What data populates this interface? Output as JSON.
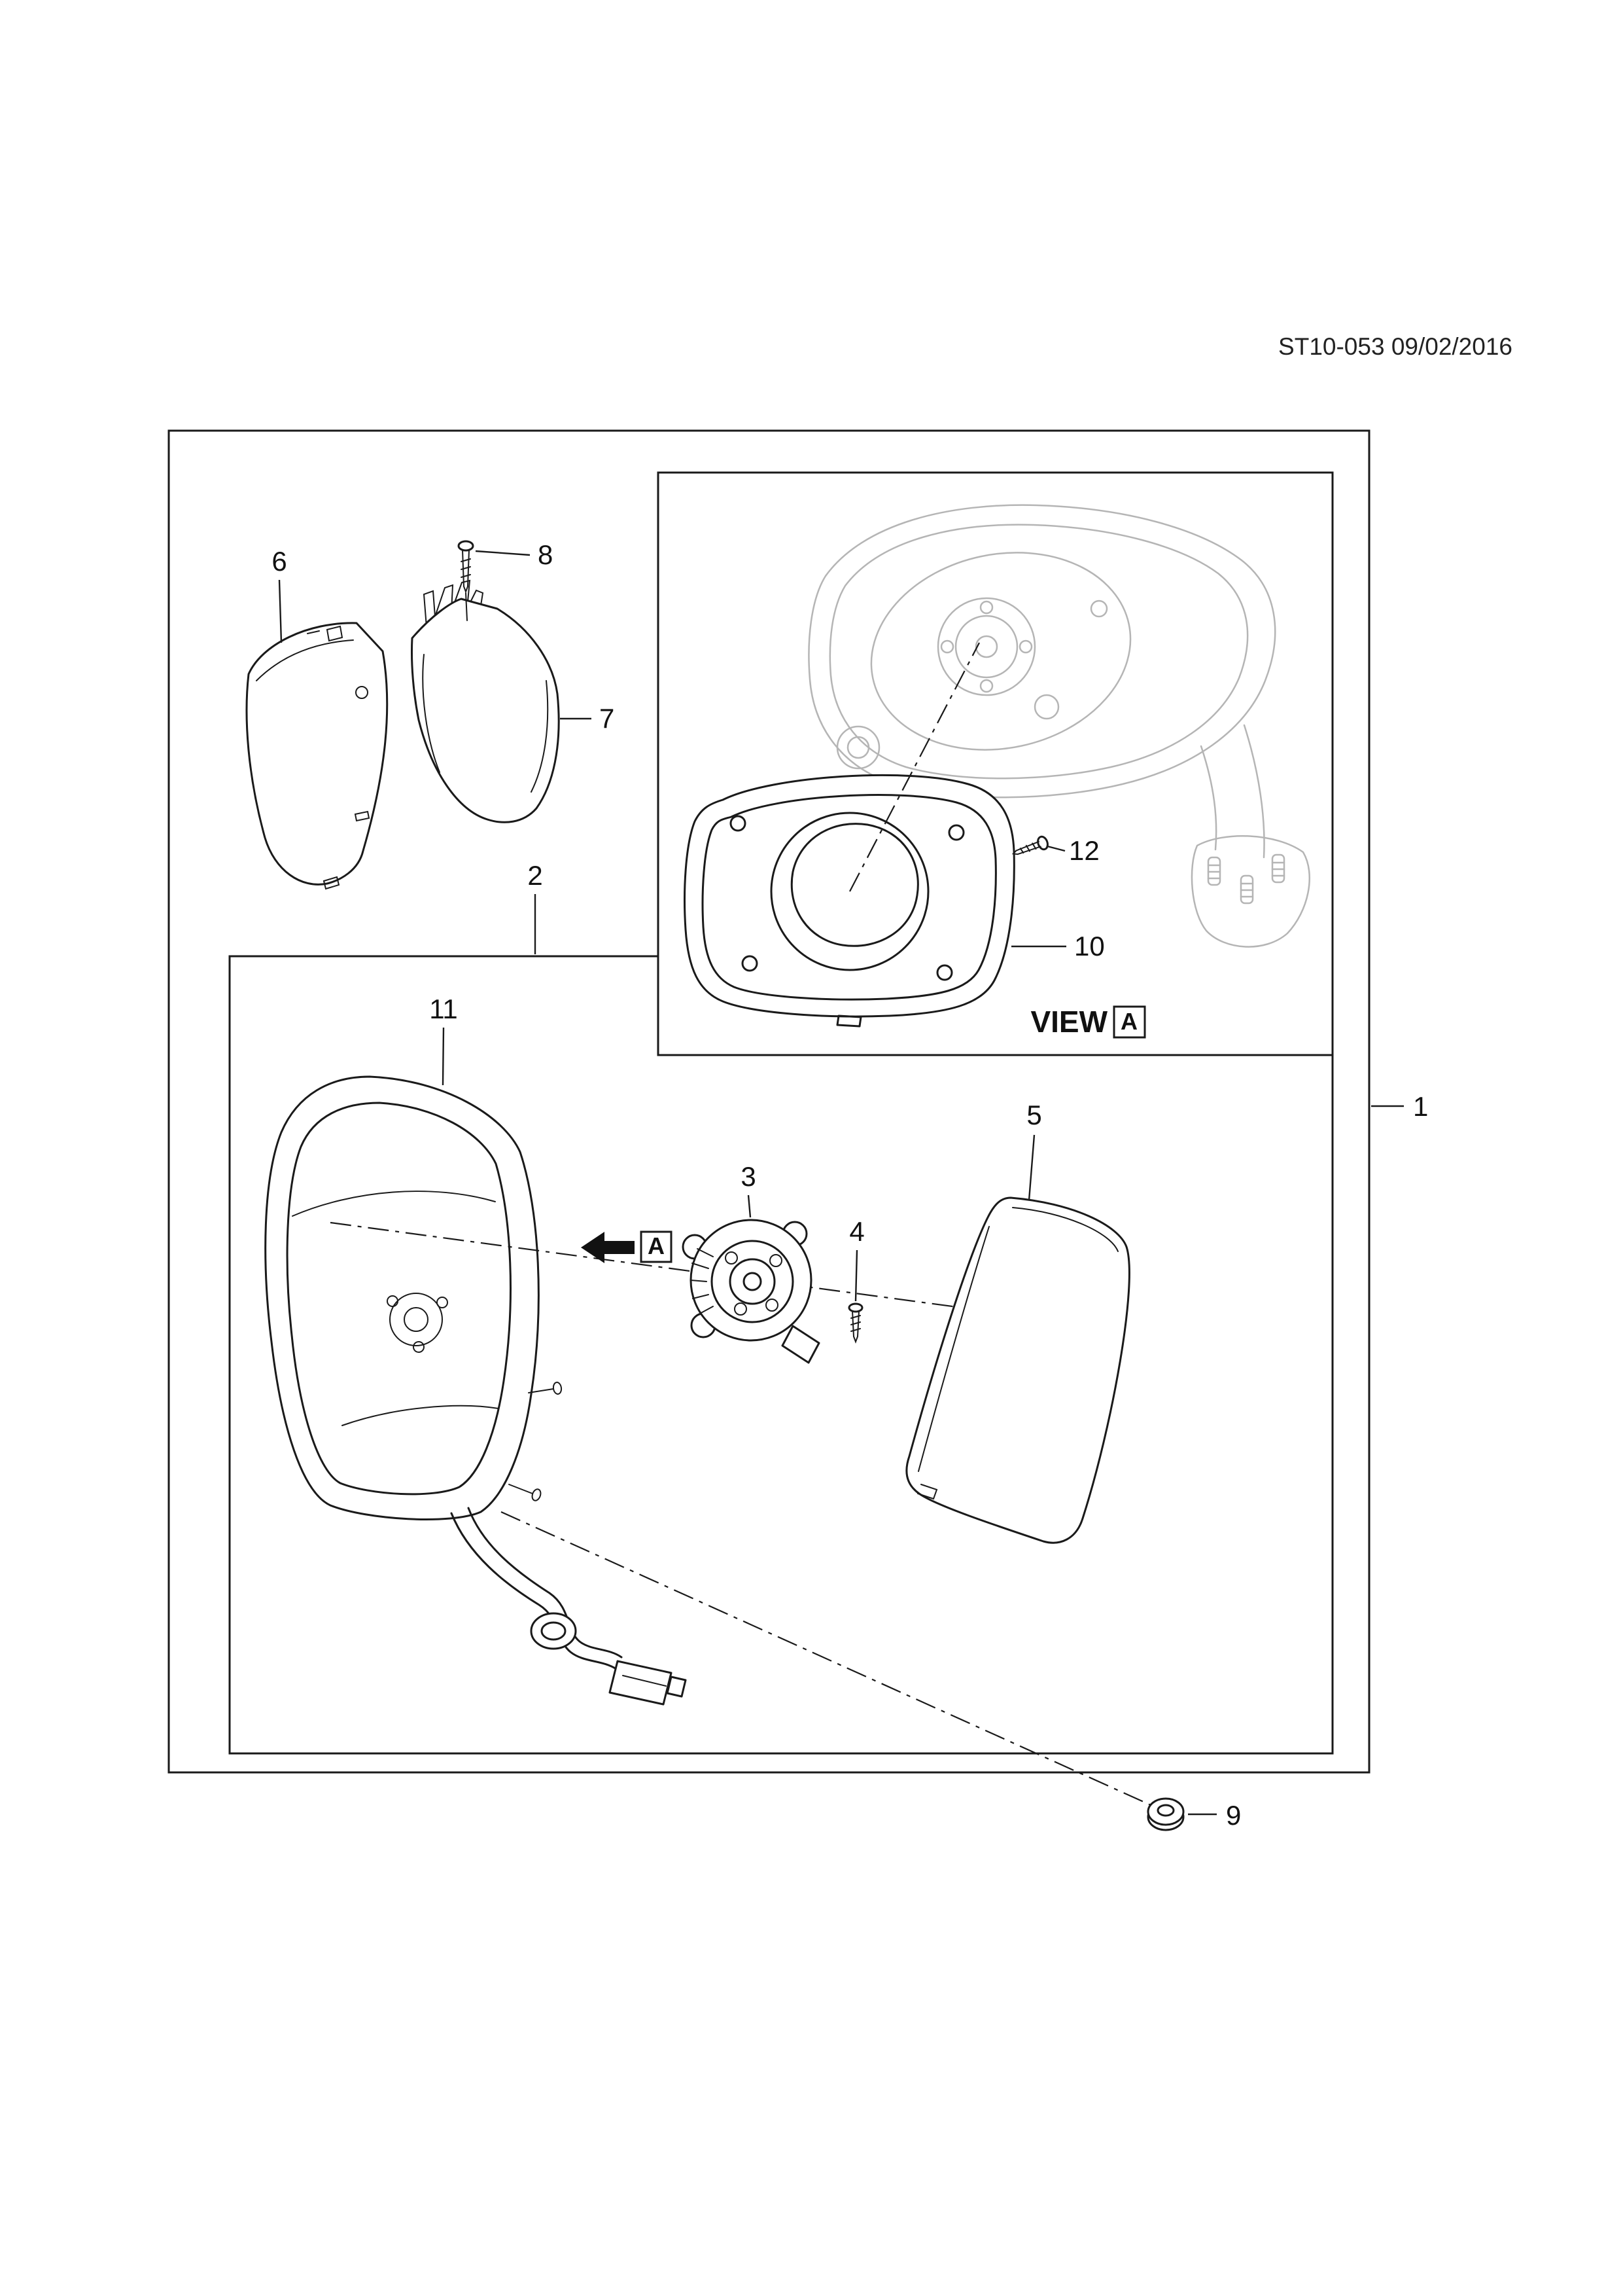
{
  "meta": {
    "doc_ref": "ST10-053 09/02/2016"
  },
  "view": {
    "label": "VIEW",
    "letter": "A"
  },
  "arrow": {
    "letter": "A"
  },
  "callouts": {
    "p1": "1",
    "p2": "2",
    "p3": "3",
    "p4": "4",
    "p5": "5",
    "p6": "6",
    "p7": "7",
    "p8": "8",
    "p9": "9",
    "p10": "10",
    "p11": "11",
    "p12": "12"
  },
  "colors": {
    "line": "#1a1a1a",
    "ghost": "#b5b5b5",
    "background": "#ffffff"
  }
}
